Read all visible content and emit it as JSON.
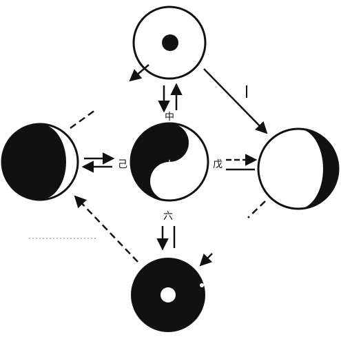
{
  "colors": {
    "ink": "#111111",
    "paper": "#ffffff"
  },
  "labels": {
    "top": "中",
    "left": "己",
    "right": "戊",
    "bottom": "六",
    "center_mark": "土"
  },
  "nodes": [
    {
      "name": "top-circle-white-with-dark-dot",
      "phase": "full-white-dot"
    },
    {
      "name": "left-circle-dark-crescent",
      "phase": "dark-crescent-right"
    },
    {
      "name": "center-taiji",
      "phase": "yin-yang"
    },
    {
      "name": "right-circle-white-crescent",
      "phase": "white-crescent-right"
    },
    {
      "name": "bottom-circle-dark-with-white-dot",
      "phase": "full-dark-dot"
    }
  ],
  "icons": {
    "arrow": "arrow-icon",
    "dashed_arrow": "dashed-arrow-icon"
  }
}
